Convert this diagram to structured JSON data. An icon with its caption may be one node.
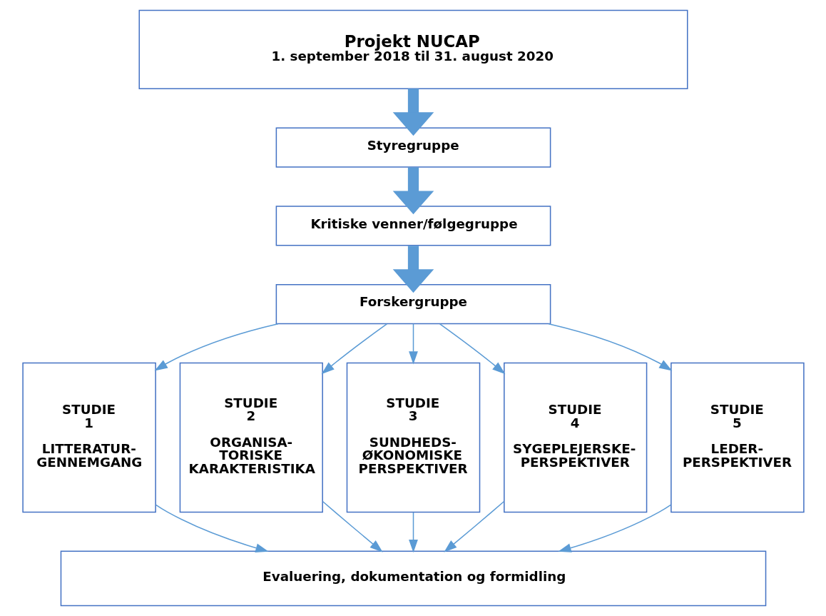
{
  "diagram": {
    "nodes": [
      {
        "text": [
          "Projekt NUCAP",
          "1. september 2018 til 31. august 2020"
        ]
      },
      {
        "text": [
          "Styregruppe"
        ]
      },
      {
        "text": [
          "Kritiske venner/følgegruppe"
        ]
      },
      {
        "text": [
          "Forskergruppe"
        ]
      },
      {
        "text": [
          "STUDIE 1",
          "LITTERATUR- GENNEMGANG"
        ]
      },
      {
        "text": [
          "STUDIE 2",
          "ORGANISA- TORISKE KARAKTERISTIKA"
        ]
      },
      {
        "text": [
          "STUDIE 3",
          "SUNDHEDS- ØKONOMISKE PERSPEKTIVER"
        ]
      },
      {
        "text": [
          "STUDIE 4",
          "SYGEPLEJERSKE- PERSPEKTIVER"
        ]
      },
      {
        "text": [
          "STUDIE 5",
          "LEDER- PERSPEKTIVER"
        ]
      },
      {
        "text": [
          "Evaluering, dokumentation og formidling"
        ]
      }
    ],
    "edges": [
      {
        "from": 0,
        "to": 1,
        "arrow": "to",
        "style": "thick"
      },
      {
        "from": 1,
        "to": 2,
        "arrow": "to",
        "style": "thick"
      },
      {
        "from": 2,
        "to": 3,
        "arrow": "to",
        "style": "thick"
      },
      {
        "from": 3,
        "to": 4,
        "arrow": "to"
      },
      {
        "from": 3,
        "to": 5,
        "arrow": "to"
      },
      {
        "from": 3,
        "to": 6,
        "arrow": "to"
      },
      {
        "from": 3,
        "to": 7,
        "arrow": "to"
      },
      {
        "from": 3,
        "to": 8,
        "arrow": "to"
      },
      {
        "from": 4,
        "to": 9,
        "arrow": "to"
      },
      {
        "from": 5,
        "to": 9,
        "arrow": "to"
      },
      {
        "from": 6,
        "to": 9,
        "arrow": "to"
      },
      {
        "from": 7,
        "to": 9,
        "arrow": "to"
      },
      {
        "from": 8,
        "to": 9,
        "arrow": "to"
      }
    ]
  }
}
